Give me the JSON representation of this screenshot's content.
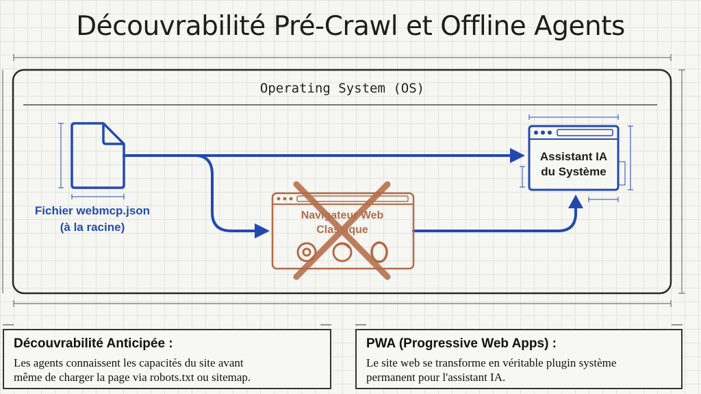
{
  "title": "Découvrabilité Pré-Crawl et Offline Agents",
  "os_label": "Operating System (OS)",
  "file_node": {
    "icon": "document-icon",
    "label_line1": "Fichier webmcp.json",
    "label_line2": "(à la racine)"
  },
  "browser_node": {
    "label_line1": "Navigateur Web",
    "label_line2": "Classique",
    "crossed_out": true,
    "icons": [
      "chrome-icon",
      "firefox-icon",
      "opera-icon"
    ]
  },
  "assistant_node": {
    "label_line1": "Assistant IA",
    "label_line2": "du Système"
  },
  "boxes": {
    "left": {
      "title": "Découvrabilité Anticipée :",
      "line1": "Les agents connaissent les capacités du site avant",
      "line2": "même de charger la page via robots.txt ou sitemap."
    },
    "right": {
      "title": "PWA (Progressive Web Apps) :",
      "line1": "Le site web se transforme en véritable plugin système",
      "line2": "permanent pour l'assistant IA."
    }
  },
  "colors": {
    "blue": "#2349b0",
    "brown": "#b36a45",
    "dark": "#2a2a2a"
  }
}
